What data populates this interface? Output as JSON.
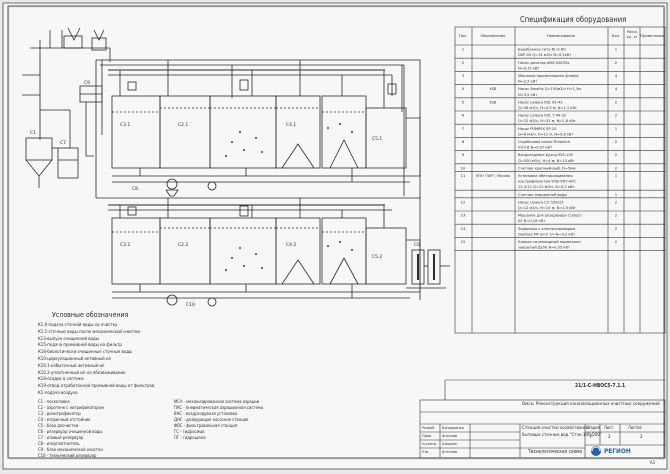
{
  "spec": {
    "title": "Спецификация оборудования",
    "headers": [
      "Поз.",
      "Обозначение",
      "Наименование",
      "Кол.",
      "Масса ед., кг",
      "Примечание"
    ],
    "rows": [
      {
        "pos": "1",
        "desig": "",
        "name": [
          "Барабанное сито RL-0.6О",
          "DKP-40 Q=14 м3/ч N=0,2кВт"
        ],
        "qty": "1"
      },
      {
        "pos": "2",
        "desig": "",
        "name": [
          "Насос-дозатор AMS DIGITAL",
          "N=0,15 кВт"
        ],
        "qty": "2"
      },
      {
        "pos": "3",
        "desig": "",
        "name": [
          "Мешалка пропеллерная Amaltis",
          "N=2,2 кВт"
        ],
        "qty": "4"
      },
      {
        "pos": "4",
        "desig": "KSB",
        "name": [
          "Насос Amaltis Q=150м3/ч H=1,5м",
          "N=3,5 кВт"
        ],
        "qty": "4"
      },
      {
        "pos": "5",
        "desig": "KSB",
        "name": [
          "Насос Lowara FDL 61-42",
          "Q=36 м3/ч, H=4,5 м, N=1,1 кВт"
        ],
        "qty": "2"
      },
      {
        "pos": "6",
        "desig": "",
        "name": [
          "Насос Lowara FDL T 44-32",
          "Q=12 м3/ч, H=31 м, N=2,8 кВт"
        ],
        "qty": "2"
      },
      {
        "pos": "7",
        "desig": "",
        "name": [
          "Насос PUMPEX SP-10",
          "Q=6 м3/ч, H=12 м, N=0,8 кВт"
        ],
        "qty": "1"
      },
      {
        "pos": "8",
        "desig": "",
        "name": [
          "Скребковое сопло Fimotech",
          "mini B N=0,37 кВт"
        ],
        "qty": "2"
      },
      {
        "pos": "9",
        "desig": "",
        "name": [
          "Воздуходувка Kyung 055-100",
          "Q=500 м3/ч, H=4 м, N=13 кВт"
        ],
        "qty": "2"
      },
      {
        "pos": "10",
        "desig": "",
        "name": [
          "Счетчик крупный-рыб. D=5мм"
        ],
        "qty": "2"
      },
      {
        "pos": "11",
        "desig": "НПО \"ЛИТ\", Москва",
        "name": [
          "Установка обеззараживания",
          "ультрафиолетом УОВ-УФТ-АРС",
          "12-3/12 Q=12 м3/ч, N=0,5 кВт"
        ],
        "qty": "1"
      },
      {
        "pos": "",
        "desig": "",
        "name": [
          "Счетчик очищенной воды"
        ],
        "qty": "1"
      },
      {
        "pos": "12",
        "desig": "",
        "name": [
          "Насос Lowara CO 550/15",
          "Q=12 м3/ч, H=15 м, N=1,5 кВт"
        ],
        "qty": "2"
      },
      {
        "pos": "13",
        "desig": "",
        "name": [
          "Мешалка для резервуара Crytech",
          "AF N=0,18 кВт"
        ],
        "qty": "2"
      },
      {
        "pos": "14",
        "desig": "",
        "name": [
          "Задвижка с электроприводом",
          "Danfoss MF Q=5 т/ч N=0,2 кВт"
        ],
        "qty": "2"
      },
      {
        "pos": "15",
        "desig": "",
        "name": [
          "Клапан соленоидный нормально",
          "закрытый Ду50 N=0,05 кВт"
        ],
        "qty": "2"
      }
    ]
  },
  "legend": {
    "title": "Условные обозначения",
    "items_left": [
      "К1.0-подача сточной воды на очистку",
      "К1.1-сточные воды после механической очистки",
      "К13-выпуск очищенной воды",
      "К15-подача промывной воды на фильтр",
      "К16-биологически очищенные сточные воды",
      "К10-циркуляционный активный ил",
      "К10.1-избыточный активный ил",
      "К10.2-уплотненный ил на обезвоживание",
      "К19-осадок в септике",
      "К19-отвод отработанной промывной воды от фильтров",
      "К1-подача воздуха"
    ],
    "items_right_a": [
      "С1 - песколовка",
      "С2 - аэротенк с нитрификатором",
      "С3 - денитрификатор",
      "С4 - вторичный отстойник",
      "С5 - блок доочистки",
      "С6 - резервуар очищенной воды",
      "С7 - иловый резервуар",
      "С8 - илоуплотнитель",
      "С9 - блок механической очистки",
      "С10 - технический резервуар"
    ],
    "items_right_b": [
      "МСА - механизированная система аэрации",
      "ПАС - пневматическая аэрационная система",
      "ВНС - воздуходувная установка",
      "ДНС - дозирующая насосная станция",
      "ФВС - фильтровальная станция",
      "ГС - гидросмыв",
      "ПГ - гидрошлюз"
    ]
  },
  "title_block": {
    "doc_code": "21/1-С-НВОС5-7.1.1",
    "object": "Омск, Реконструкция канализационных очистных сооружений",
    "drawing_name": [
      "Станция очистки хозяйственно-",
      "бытовых сточных вод \"Стэк-100-500\""
    ],
    "sheet_title": "Технологическая схема",
    "stage_headers": [
      "Стадия",
      "Лист",
      "Листов"
    ],
    "stage_values": [
      "Р",
      "2",
      "2"
    ],
    "sign_rows": [
      "Разраб.",
      "Пров.",
      "Н.контр.",
      "Утв."
    ],
    "sign_names": [
      "Бондаренко",
      "Антонов",
      "Шишкин",
      "Антонов"
    ],
    "company": "РЕГИОН",
    "format": "A3"
  },
  "equipment_labels": [
    "С2.1",
    "С3.1",
    "С4.1",
    "С5.1",
    "С2.2",
    "С3.2",
    "С4.2",
    "С5.2",
    "С1",
    "С9",
    "С6",
    "С7",
    "С8",
    "С10"
  ]
}
